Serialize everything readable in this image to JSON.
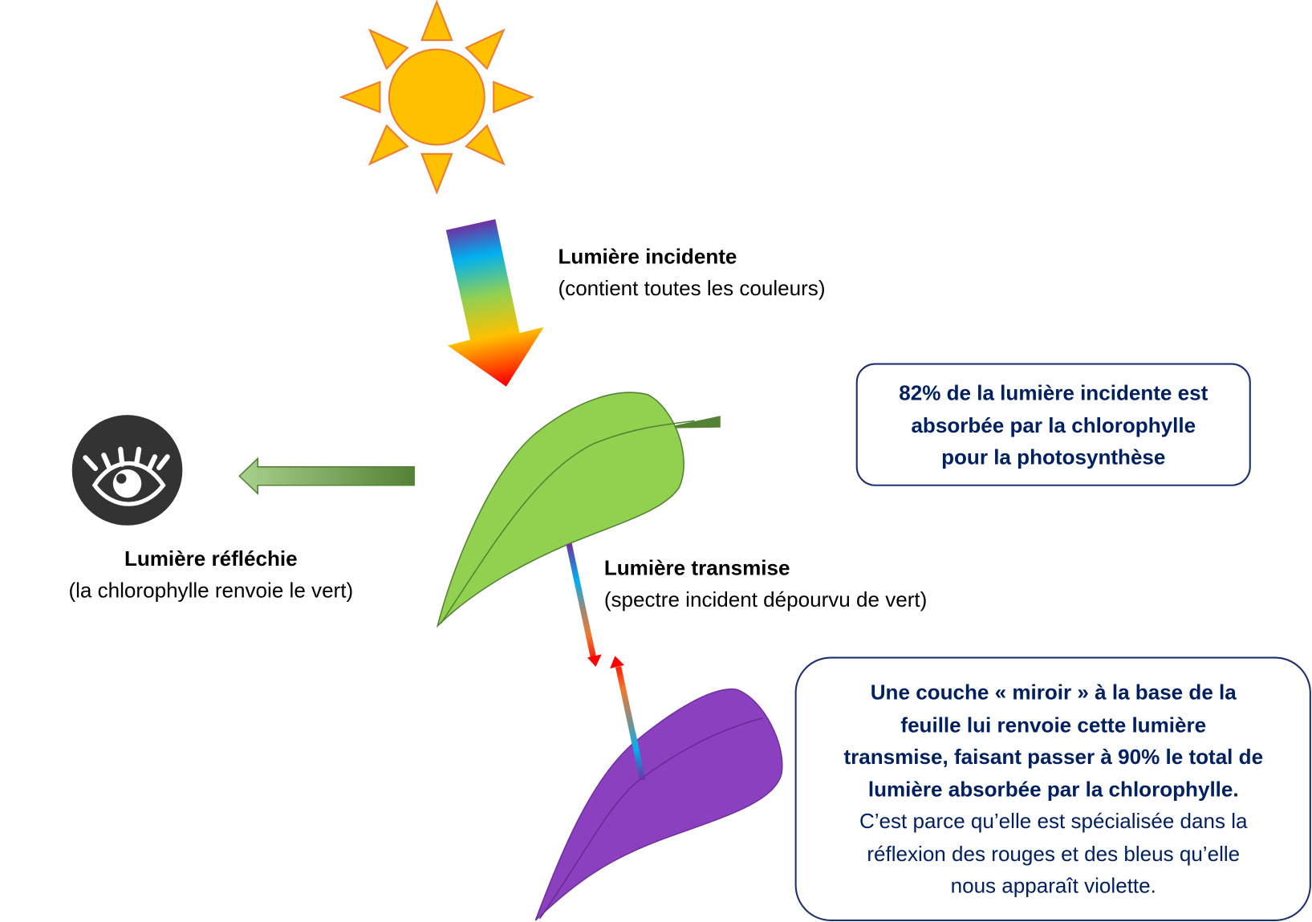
{
  "incident": {
    "title": "Lumière incidente",
    "subtitle": "(contient toutes les couleurs)"
  },
  "reflected": {
    "title": "Lumière réfléchie",
    "subtitle": "(la chlorophylle renvoie le vert)"
  },
  "transmitted": {
    "title": "Lumière transmise",
    "subtitle": "(spectre incident dépourvu de vert)"
  },
  "absorption_box": {
    "lines": [
      "82% de la lumière incidente est",
      "absorbée par la chlorophylle",
      "pour la photosynthèse"
    ]
  },
  "mirror_box": {
    "bold_lines": [
      "Une couche « miroir » à la base de la",
      "feuille lui renvoie cette lumière",
      "transmise, faisant passer à 90% le total de",
      "lumière absorbée par la chlorophylle."
    ],
    "normal_lines": [
      "C’est parce qu’elle est spécialisée dans la",
      "réflexion des rouges et des bleus qu’elle",
      "nous apparaît violette."
    ]
  },
  "colors": {
    "sun": "#FFC000",
    "sun_stroke": "#ED7D31",
    "green_leaf": "#92D050",
    "purple_leaf": "#8B40C0",
    "text_navy": "#002060"
  }
}
